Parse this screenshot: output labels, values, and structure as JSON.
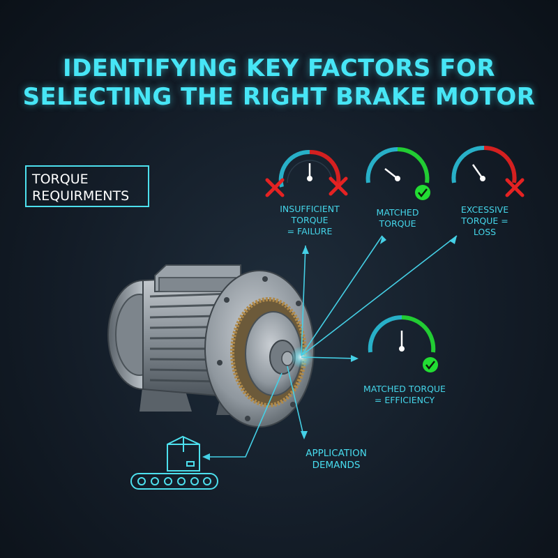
{
  "title": {
    "line1": "IDENTIFYING KEY FACTORS FOR",
    "line2": "SELECTING THE RIGHT BRAKE MOTOR"
  },
  "torque_box": {
    "line1": "TORQUE",
    "line2": "REQUIRMENTS"
  },
  "gauges": [
    {
      "label": [
        "INSUFFICIENT",
        "TORQUE",
        "= FAILURE"
      ],
      "status": "cross"
    },
    {
      "label": [
        "MATCHED",
        "TORQUE"
      ],
      "status": "check"
    },
    {
      "label": [
        "EXCESSIVE",
        "TORQUE =",
        "LOSS"
      ],
      "status": "cross"
    },
    {
      "label": [
        "MATCHED TORQUE",
        "= EFFICIENCY"
      ],
      "status": "check"
    }
  ],
  "application": {
    "line1": "APPLICATION",
    "line2": "DEMANDS"
  },
  "colors": {
    "accent_cyan": "#47e6f6",
    "good_green": "#22dd33",
    "bad_red": "#e52222"
  },
  "icons": [
    "brake-motor-illustration",
    "conveyor-box-icon",
    "check-icon",
    "cross-icon",
    "gauge-icon"
  ]
}
